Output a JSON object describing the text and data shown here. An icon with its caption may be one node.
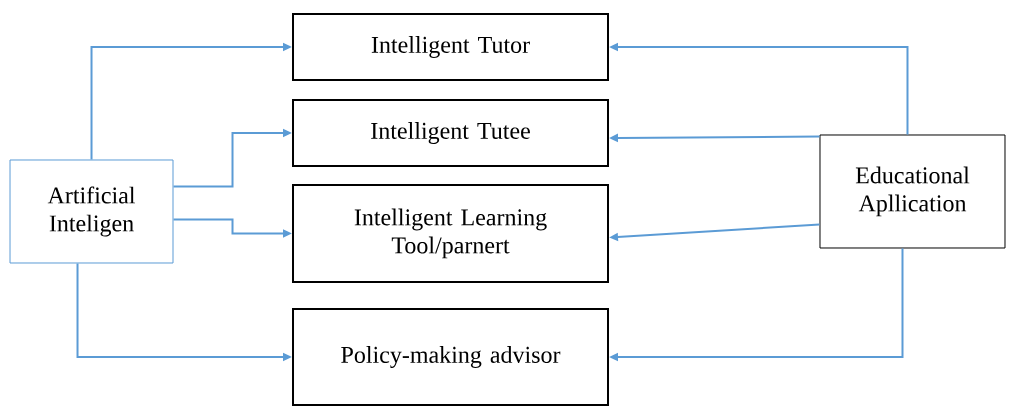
{
  "diagram": {
    "nodes": [
      {
        "text": [
          "Artificial Inteligen"
        ]
      },
      {
        "text": [
          "Intelligent Tutor"
        ]
      },
      {
        "text": [
          "Intelligent Tutee"
        ]
      },
      {
        "text": [
          "Intelligent Learning Tool/parnert"
        ]
      },
      {
        "text": [
          "Policy-making advisor"
        ]
      },
      {
        "text": [
          "Educational Apllication"
        ]
      }
    ],
    "edges": [
      {
        "from": 0,
        "to": 1,
        "arrow": "to"
      },
      {
        "from": 0,
        "to": 2,
        "arrow": "to"
      },
      {
        "from": 0,
        "to": 3,
        "arrow": "to"
      },
      {
        "from": 0,
        "to": 4,
        "arrow": "to"
      },
      {
        "from": 5,
        "to": 1,
        "arrow": "to"
      },
      {
        "from": 5,
        "to": 2,
        "arrow": "to"
      },
      {
        "from": 5,
        "to": 3,
        "arrow": "to"
      },
      {
        "from": 5,
        "to": 4,
        "arrow": "to"
      }
    ]
  }
}
